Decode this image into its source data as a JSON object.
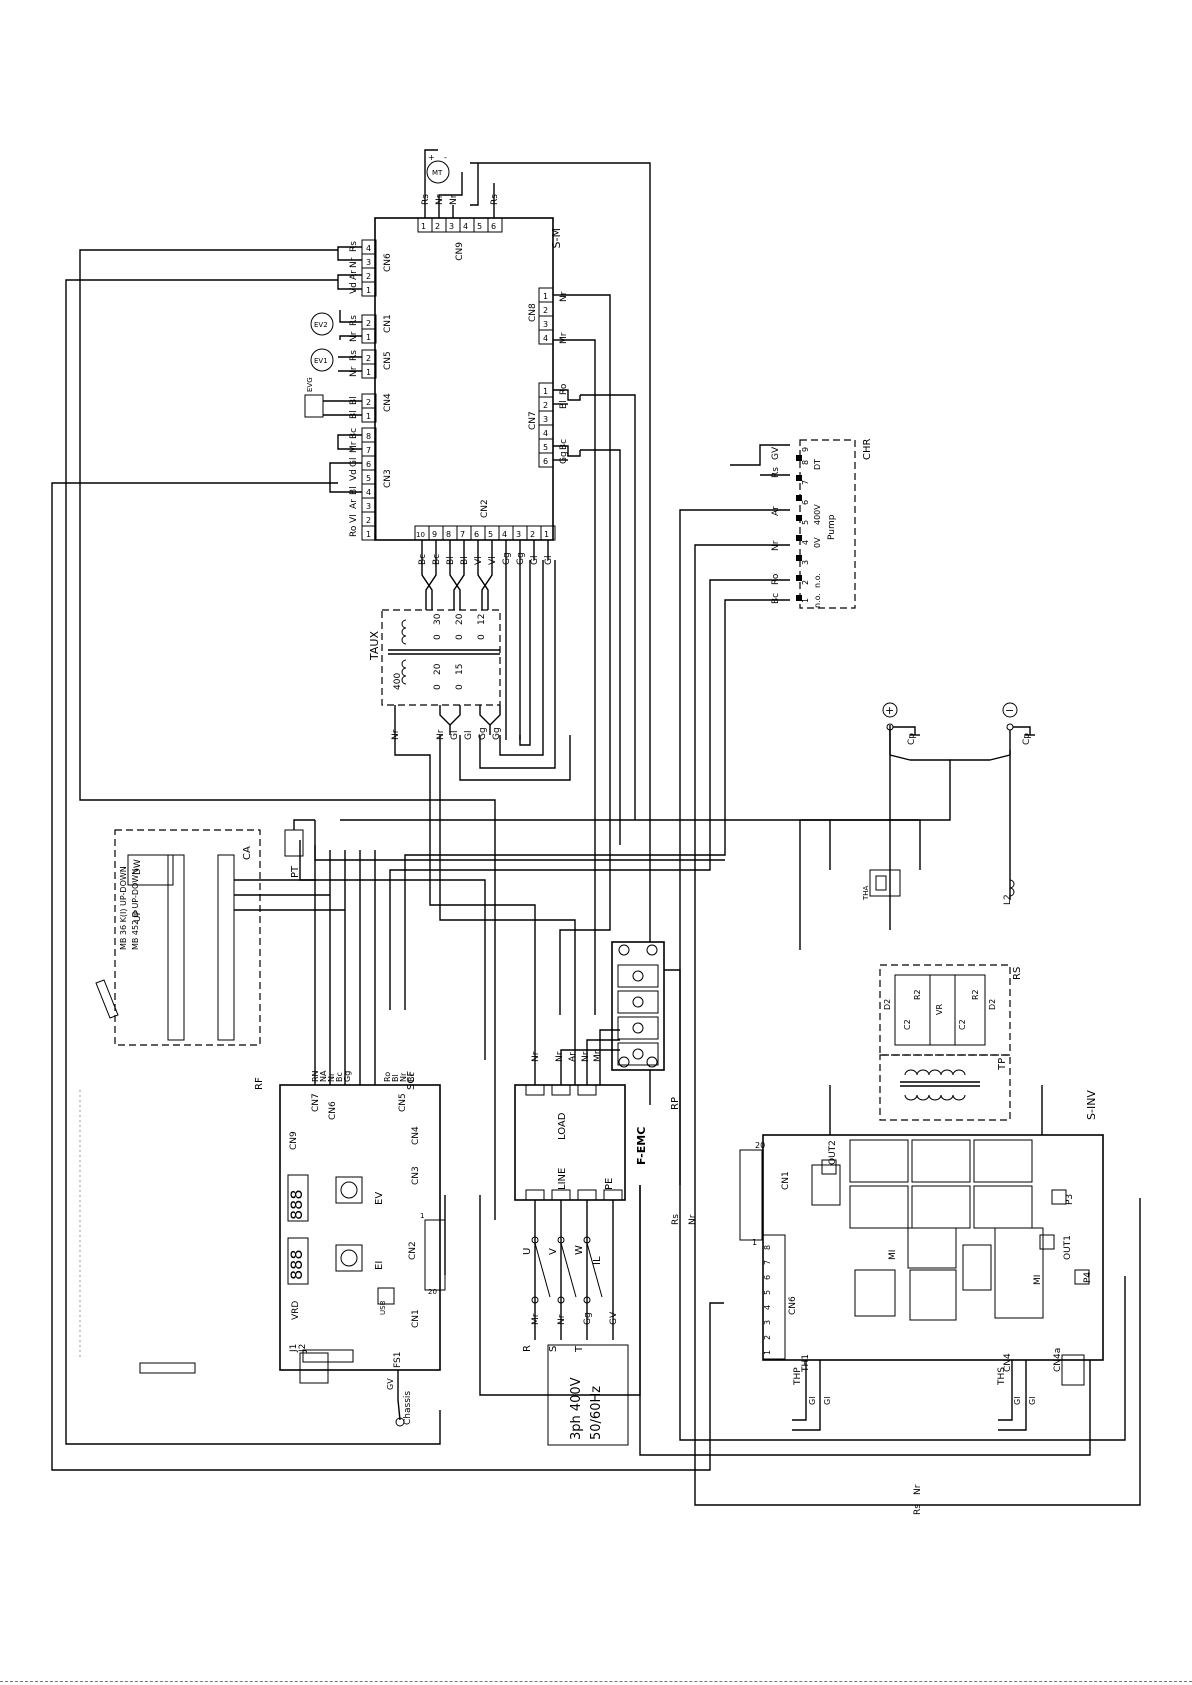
{
  "main_board": {
    "name": "S-M",
    "cn9": {
      "name": "CN9",
      "pins": [
        "1",
        "2",
        "3",
        "4",
        "5",
        "6"
      ],
      "wires": [
        "Rs",
        "Nr",
        "Nr",
        "Rs"
      ]
    },
    "cn6": {
      "name": "CN6",
      "pins": [
        "4",
        "3",
        "2",
        "1"
      ],
      "wires": [
        "Rs",
        "Nr",
        "Ar",
        "Vd"
      ]
    },
    "cn1": {
      "name": "CN1",
      "pins": [
        "2",
        "1"
      ],
      "wires": [
        "Rs",
        "Nr"
      ]
    },
    "cn5": {
      "name": "CN5",
      "pins": [
        "2",
        "1"
      ],
      "wires": [
        "Rs",
        "Nr"
      ]
    },
    "cn4": {
      "name": "CN4",
      "pins": [
        "2",
        "1"
      ],
      "wires": [
        "Bl",
        "Bl"
      ]
    },
    "cn3": {
      "name": "CN3",
      "pins": [
        "8",
        "7",
        "6",
        "5",
        "4",
        "3",
        "2",
        "1"
      ],
      "wires": [
        "Bc",
        "Mr",
        "Gl",
        "Vd",
        "Bl",
        "Ar",
        "Vl",
        "Ro"
      ]
    },
    "cn2": {
      "name": "CN2",
      "pins": [
        "10",
        "9",
        "8",
        "7",
        "6",
        "5",
        "4",
        "3",
        "2",
        "1"
      ],
      "wires": [
        "Bc",
        "Bc",
        "Bl",
        "Bl",
        "Vl",
        "Vl",
        "Gg",
        "Gg",
        "Gl",
        "Gl"
      ]
    },
    "cn8": {
      "name": "CN8",
      "pins": [
        "1",
        "2",
        "3",
        "4"
      ],
      "wires": [
        "Nr",
        "Mr"
      ]
    },
    "cn7": {
      "name": "CN7",
      "pins": [
        "1",
        "2",
        "3",
        "4",
        "5",
        "6"
      ],
      "wires": [
        "Ro",
        "Bl",
        "Bc",
        "Gg"
      ]
    }
  },
  "components": {
    "motor": "MT",
    "ev1": "EV1",
    "ev2": "EV2",
    "evg": "EVG",
    "taux": {
      "name": "TAUX",
      "primary": "400",
      "sec_taps": [
        "30",
        "0",
        "20",
        "0",
        "12",
        "0"
      ],
      "pri_taps": [
        "20",
        "0",
        "15",
        "0"
      ],
      "wires": [
        "Nr",
        "Nr",
        "Gl",
        "Gl",
        "Gg",
        "Gg"
      ]
    },
    "chr": {
      "name": "CHR",
      "pins": [
        "1",
        "2",
        "3",
        "4",
        "5",
        "6",
        "7",
        "8",
        "9"
      ],
      "contacts": [
        "n.o.",
        "n.o."
      ],
      "voltages": [
        "0V",
        "400V"
      ],
      "label": "Pump",
      "dt": "DT",
      "wires": [
        "Rs",
        "GV",
        "Ar",
        "Nr",
        "Bc",
        "Ro"
      ]
    },
    "plus": "+",
    "minus": "−",
    "cp": "Cp",
    "l2": "L2",
    "tha": "THA",
    "rs": {
      "name": "RS",
      "parts": [
        "D2",
        "C2",
        "R2",
        "VR",
        "C2",
        "R2",
        "D2"
      ]
    },
    "tp": "TP",
    "rp": "RP",
    "femc": {
      "name": "F-EMC",
      "load": "LOAD",
      "line": "LINE",
      "pe": "PE",
      "wires": [
        "Nr",
        "Nr",
        "Ar",
        "Nr",
        "Mr"
      ]
    },
    "supply": [
      "3ph 400V",
      "50/60Hz"
    ],
    "phases": [
      "R",
      "S",
      "T",
      "U",
      "V",
      "W",
      "IL"
    ],
    "phase_wires": [
      "Mr",
      "Nr",
      "Gg",
      "GV"
    ],
    "pt": "PT",
    "ca": {
      "name": "CA",
      "lines": [
        "MB 36 K(I) UP-DOWN",
        "MB 452 D UP-DOWN"
      ],
      "dw": "DW",
      "up": "UP"
    },
    "rf": "RF",
    "scf": "SCF",
    "chassis": "Chassis",
    "gv": "GV",
    "wire_rs_nr": [
      "Rs",
      "Nr"
    ]
  },
  "control_board": {
    "labels": [
      "CN9",
      "CN6",
      "CN7",
      "CN5",
      "CN4",
      "CN3",
      "CN2",
      "CN1",
      "J1",
      "J2",
      "VRD",
      "FS1",
      "EV",
      "EI",
      "USB"
    ],
    "display1": "888",
    "display2": "888",
    "cn7_wires": [
      "RN",
      "NA",
      "Nr",
      "Bc",
      "Gg"
    ],
    "cn5_wires": [
      "Ro",
      "Bl",
      "Nr",
      "Bc"
    ],
    "pins": [
      "1",
      "20"
    ]
  },
  "inverter_board": {
    "name": "S-INV",
    "labels": [
      "CN1",
      "OUT2",
      "OUT1",
      "P3",
      "P4",
      "MI",
      "MI",
      "CN6",
      "TH1",
      "CN4",
      "CN4a"
    ],
    "cn6_pins": [
      "1",
      "2",
      "3",
      "4",
      "5",
      "6",
      "7",
      "8"
    ],
    "pins": [
      "1",
      "20"
    ],
    "ths": "THS",
    "thp": "THP",
    "wires": [
      "Gl",
      "Gl",
      "Gl",
      "Gl",
      "Rs",
      "Nr"
    ]
  }
}
